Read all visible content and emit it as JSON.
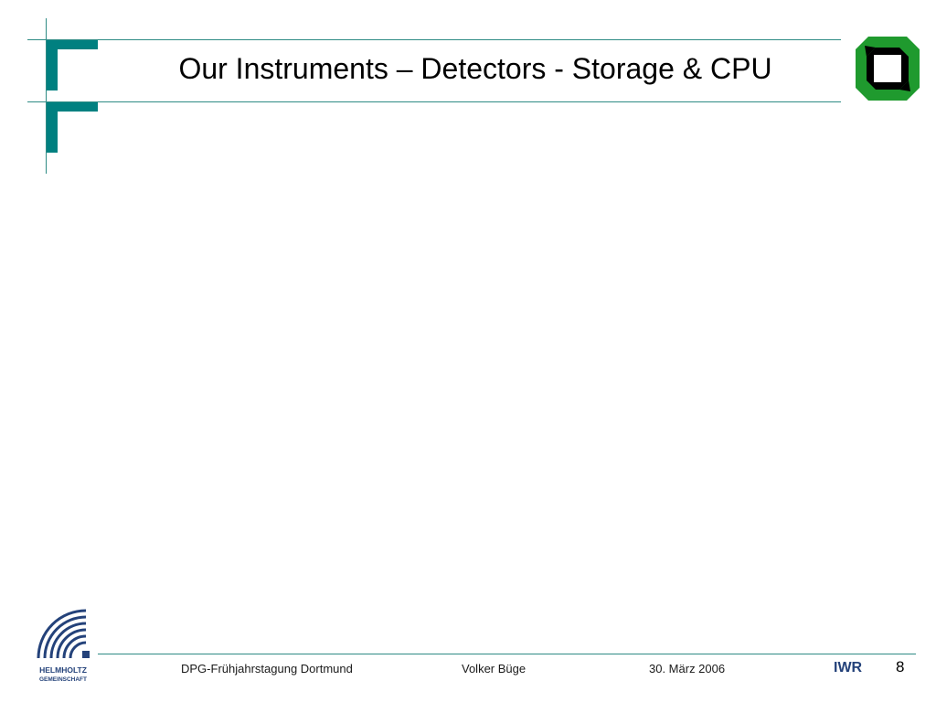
{
  "slide": {
    "title": "Our Instruments – Detectors - Storage & CPU",
    "page_number": "8"
  },
  "footer": {
    "conference": "DPG-Frühjahrstagung Dortmund",
    "author": "Volker Büge",
    "date": "30. März 2006",
    "institute": "IWR"
  },
  "logos": {
    "helmholtz_line1": "HELMHOLTZ",
    "helmholtz_line2": "GEMEINSCHAFT"
  },
  "colors": {
    "accent_teal": "#008080",
    "logo_green": "#1f9a2e",
    "helmholtz_blue": "#24427a"
  }
}
